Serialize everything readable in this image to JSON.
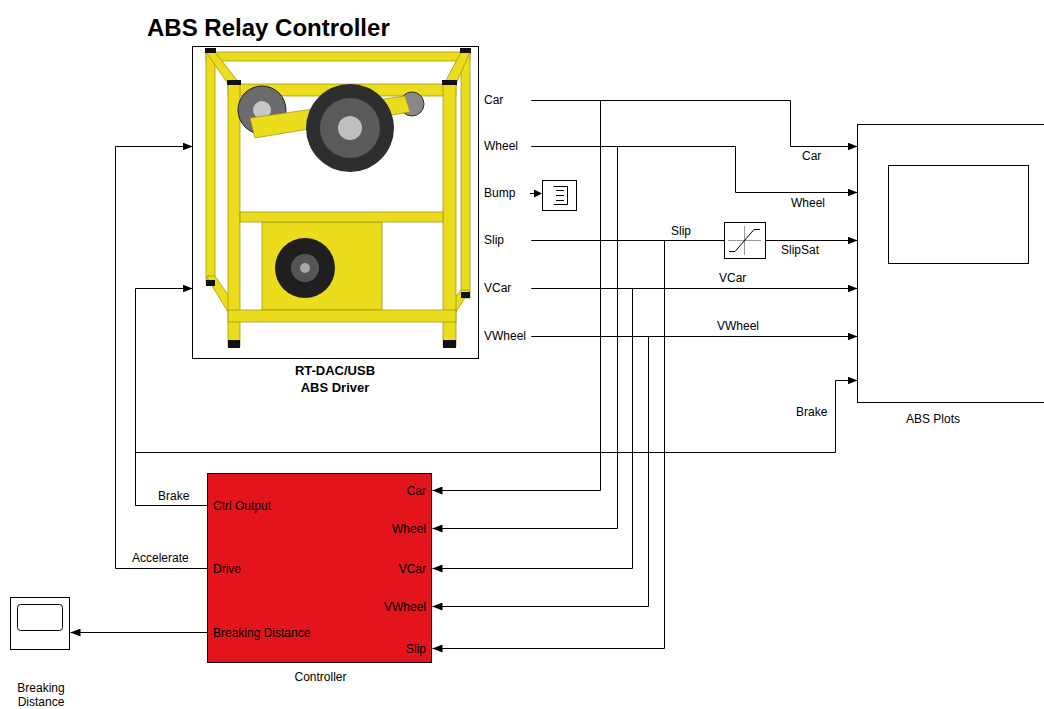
{
  "diagram": {
    "title": "ABS Relay Controller",
    "nodes": [
      {
        "text": [
          "Car",
          "Wheel",
          "Bump",
          "Slip",
          "VCar",
          "VWheel",
          "RT-DAC/USB ABS Driver"
        ]
      },
      {
        "text": [
          "ABS Plots"
        ]
      },
      {
        "text": [
          "Ctrl Output",
          "Drive",
          "Breaking Distance",
          "Car",
          "Wheel",
          "VCar",
          "VWheel",
          "Slip",
          "Controller"
        ]
      },
      {
        "text": [
          "Breaking Distance"
        ]
      }
    ],
    "edges": [
      {
        "from": 0,
        "to": 1,
        "arrow": "to",
        "label": "Car"
      },
      {
        "from": 0,
        "to": 2,
        "arrow": "to"
      },
      {
        "from": 0,
        "to": 1,
        "arrow": "to",
        "label": "Wheel"
      },
      {
        "from": 0,
        "to": 2,
        "arrow": "to"
      },
      {
        "from": 0,
        "to": 1,
        "arrow": "to",
        "label": "Slip"
      },
      {
        "from": 0,
        "to": 2,
        "arrow": "to"
      },
      {
        "from": 0,
        "to": 1,
        "arrow": "to",
        "label": "VCar"
      },
      {
        "from": 0,
        "to": 2,
        "arrow": "to"
      },
      {
        "from": 0,
        "to": 1,
        "arrow": "to",
        "label": "VWheel"
      },
      {
        "from": 0,
        "to": 2,
        "arrow": "to"
      },
      {
        "from": 2,
        "to": 0,
        "arrow": "to",
        "label": "Brake"
      },
      {
        "from": 2,
        "to": 1,
        "arrow": "to",
        "label": "Brake"
      },
      {
        "from": 2,
        "to": 0,
        "arrow": "to",
        "label": "Accelerate"
      },
      {
        "from": 2,
        "to": 3,
        "arrow": "to"
      }
    ],
    "labels": [
      "SlipSat"
    ]
  }
}
